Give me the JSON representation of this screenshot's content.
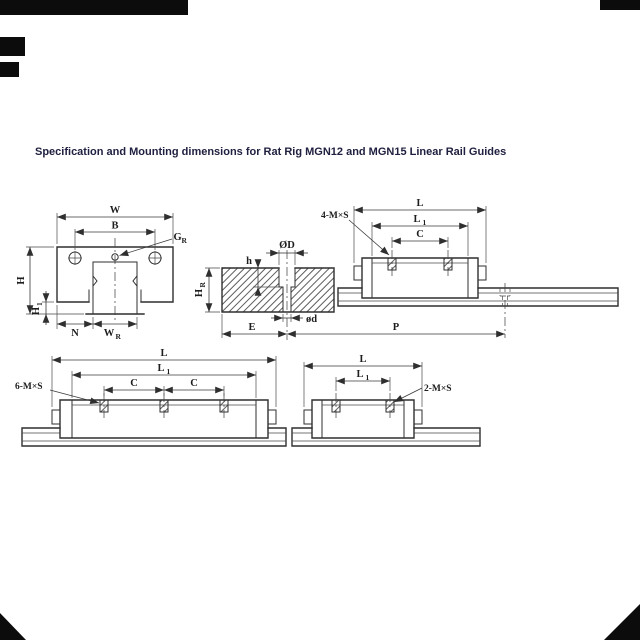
{
  "colors": {
    "background": "#ffffff",
    "title_text": "#202040",
    "drawing_line": "#2f2f2f",
    "scan_artifact": "#0c0c0c"
  },
  "title": "Specification and Mounting dimensions for Rat Rig MGN12 and MGN15 Linear Rail Guides",
  "front_view": {
    "dim_width": "W",
    "dim_hole_spacing": "B",
    "grease_port": {
      "main": "G",
      "sub": "R"
    },
    "dim_height": "H",
    "dim_clearance": {
      "main": "H",
      "sub": "1"
    },
    "dim_edge_offset": "N",
    "dim_rail_width": {
      "main": "W",
      "sub": "R"
    }
  },
  "section_view": {
    "dim_counterbore_dia": "ØD",
    "dim_counterbore_depth": "h",
    "dim_rail_height": {
      "main": "H",
      "sub": "R"
    },
    "dim_bolt_hole_dia": "ød",
    "dim_end_to_hole": "E",
    "dim_hole_pitch": "P"
  },
  "standard_block_view": {
    "dim_length": "L",
    "dim_body_length": {
      "main": "L",
      "sub": "1"
    },
    "dim_hole_spacing": "C",
    "mounting_holes_note": "4-M×S"
  },
  "long_block_view": {
    "dim_length": "L",
    "dim_body_length": {
      "main": "L",
      "sub": "1"
    },
    "dim_hole_spacing_front": "C",
    "dim_hole_spacing_rear": "C",
    "mounting_holes_note": "6-M×S"
  },
  "short_block_view": {
    "dim_length": "L",
    "dim_body_length": {
      "main": "L",
      "sub": "1"
    },
    "mounting_holes_note": "2-M×S"
  }
}
